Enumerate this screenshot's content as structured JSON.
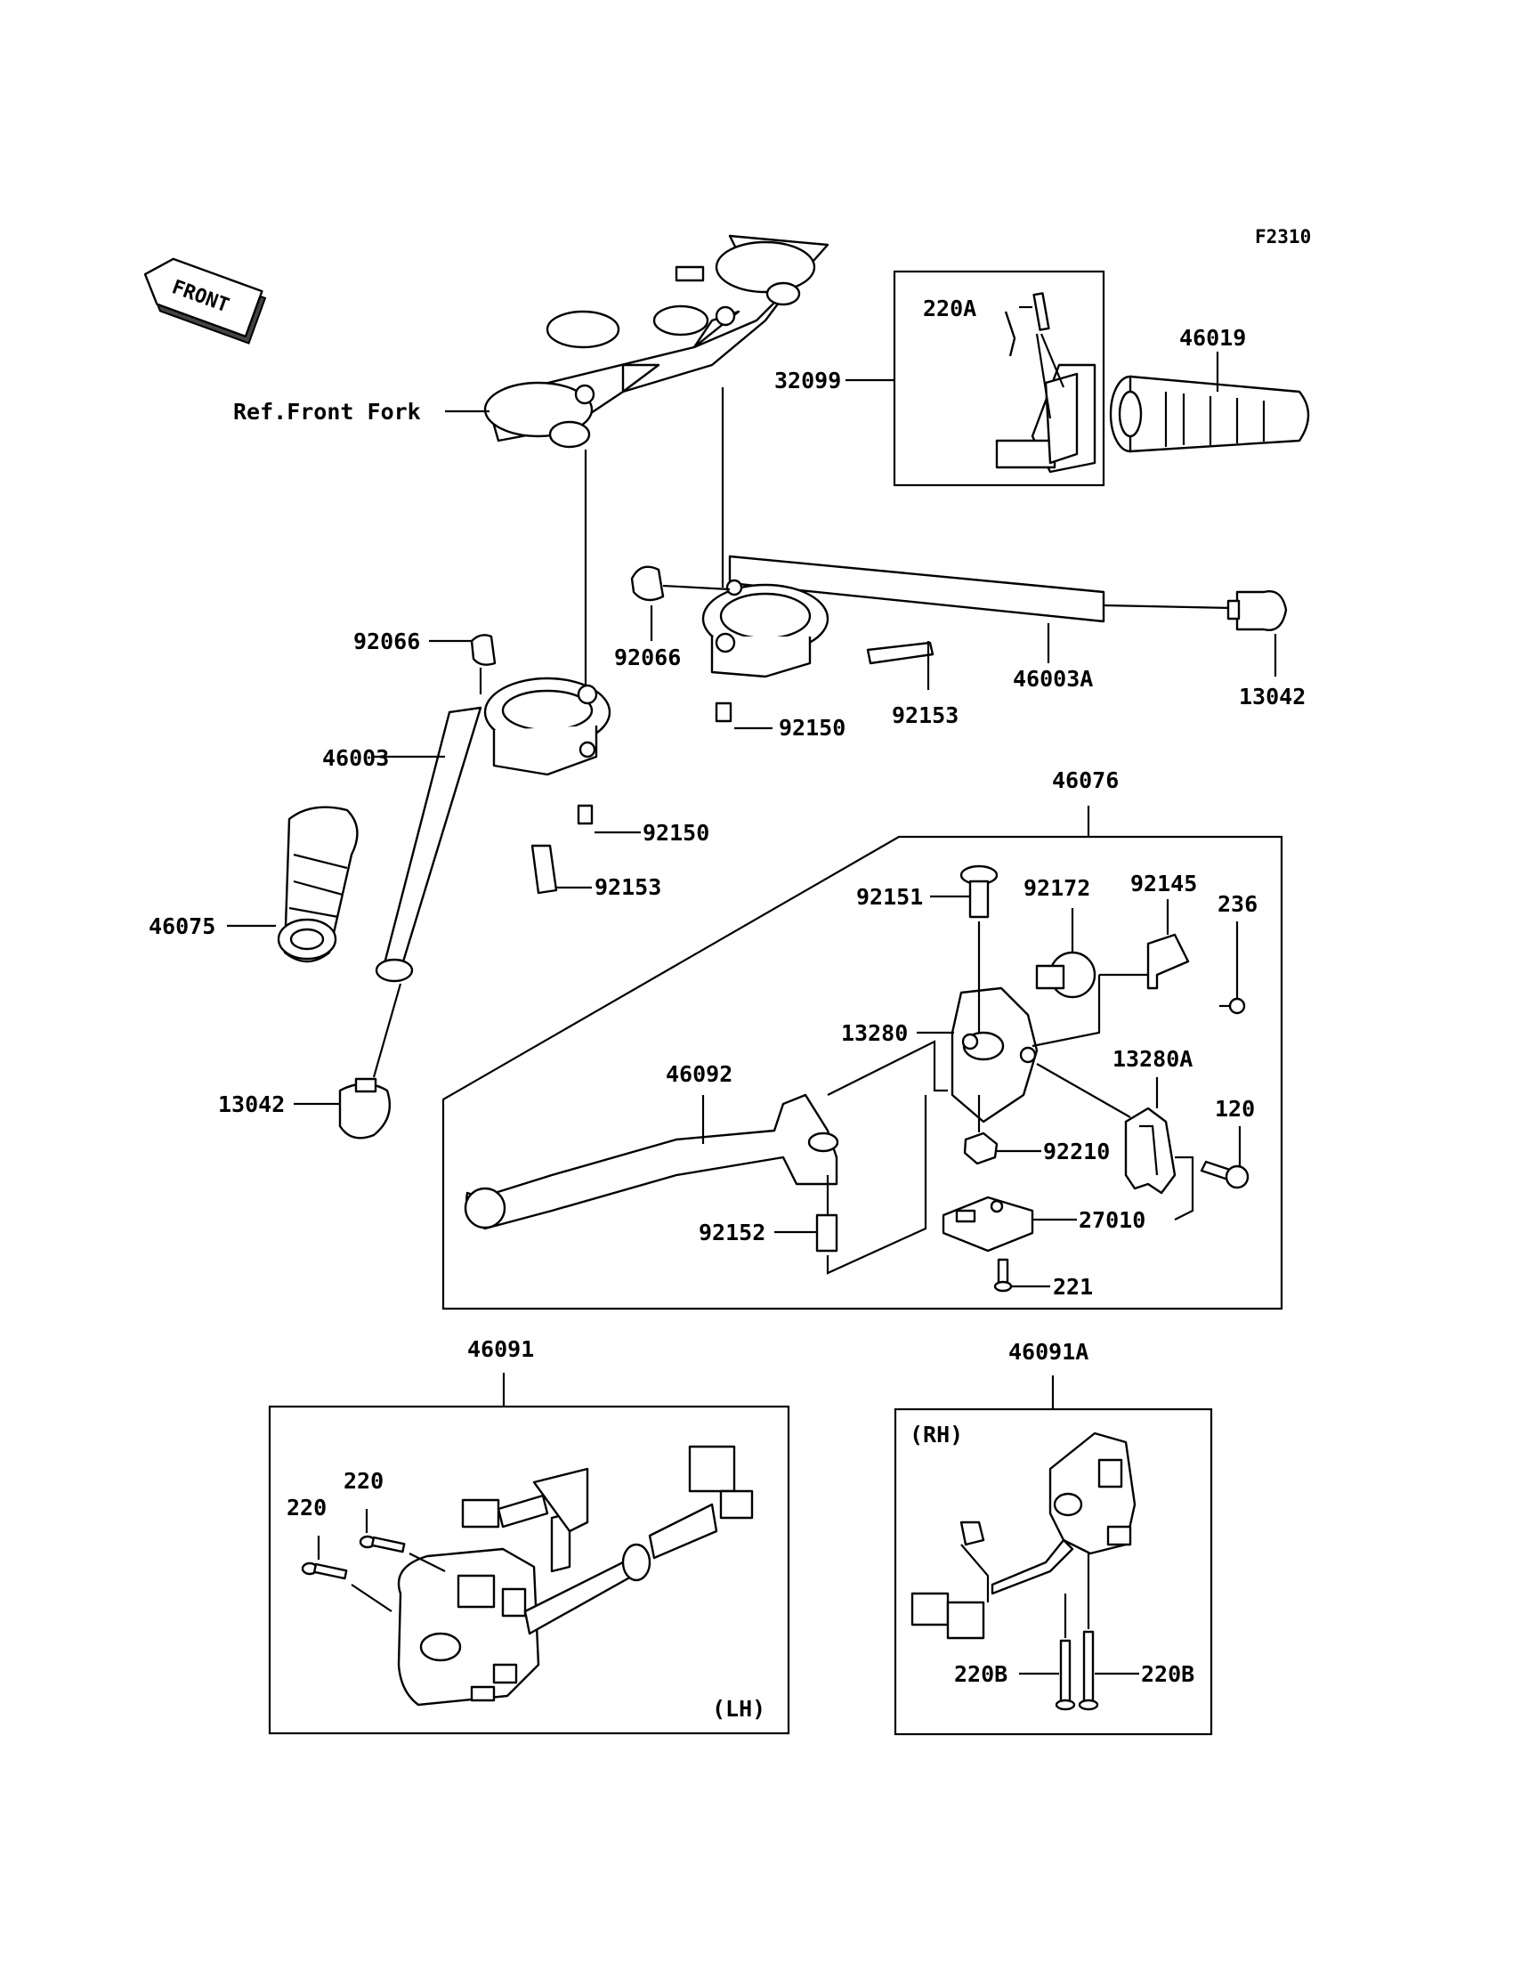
{
  "figure_code": "F2310",
  "front_label": "FRONT",
  "ref_label": "Ref.Front Fork",
  "lh_label": "(LH)",
  "rh_label": "(RH)",
  "parts": {
    "p220A": "220A",
    "p46019": "46019",
    "p32099": "32099",
    "p92066a": "92066",
    "p92066b": "92066",
    "p46003A": "46003A",
    "p13042a": "13042",
    "p92153a": "92153",
    "p92150a": "92150",
    "p46003": "46003",
    "p92150b": "92150",
    "p92153b": "92153",
    "p46075": "46075",
    "p13042b": "13042",
    "p46076": "46076",
    "p92151": "92151",
    "p92172": "92172",
    "p92145": "92145",
    "p236": "236",
    "p13280": "13280",
    "p46092": "46092",
    "p13280A": "13280A",
    "p120": "120",
    "p92210": "92210",
    "p92152": "92152",
    "p27010": "27010",
    "p221": "221",
    "p46091": "46091",
    "p46091A": "46091A",
    "p220a": "220",
    "p220b": "220",
    "p220Ba": "220B",
    "p220Bb": "220B"
  }
}
